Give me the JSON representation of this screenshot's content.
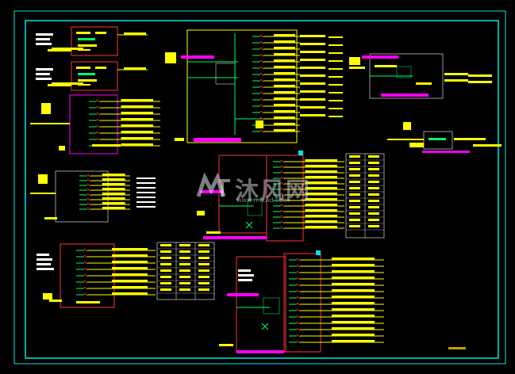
{
  "colors": {
    "background": "#000000",
    "frame": "#00e5e5",
    "text": "#ffff00",
    "breaker": "#ff3333",
    "bus": "#ff00ff",
    "wire": "#00ff66",
    "box": "#ffffff"
  },
  "watermark": {
    "text": "沐风网",
    "url": "www.mfcad.com",
    "logo_icon": "mf-logo"
  }
}
